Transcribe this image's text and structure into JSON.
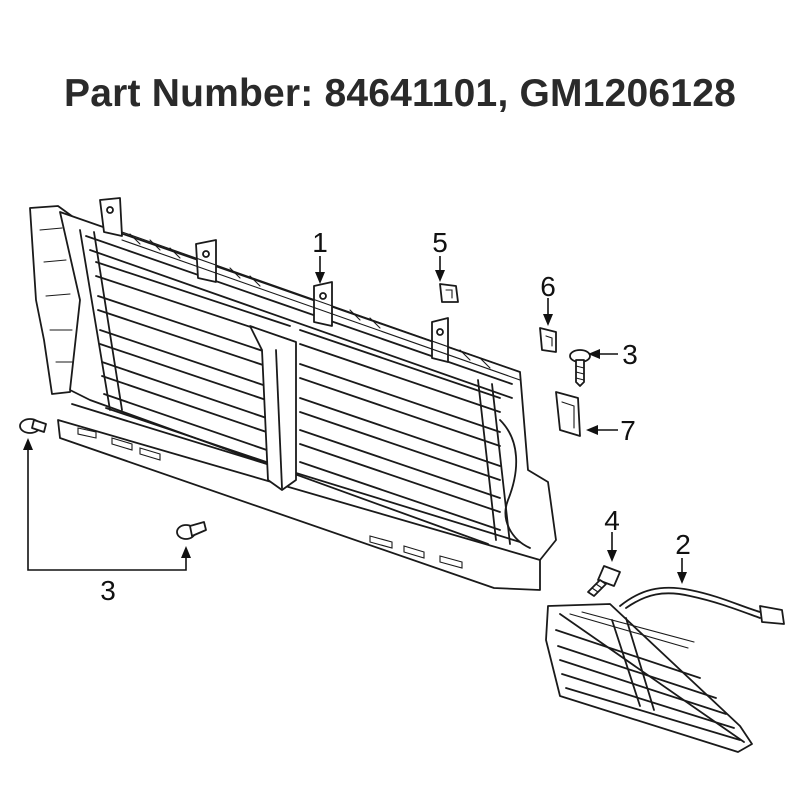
{
  "header": {
    "title": "Part Number: 84641101, GM1206128"
  },
  "callouts": {
    "c1": "1",
    "c2": "2",
    "c3_left": "3",
    "c3_right": "3",
    "c4": "4",
    "c5": "5",
    "c6": "6",
    "c7": "7"
  }
}
